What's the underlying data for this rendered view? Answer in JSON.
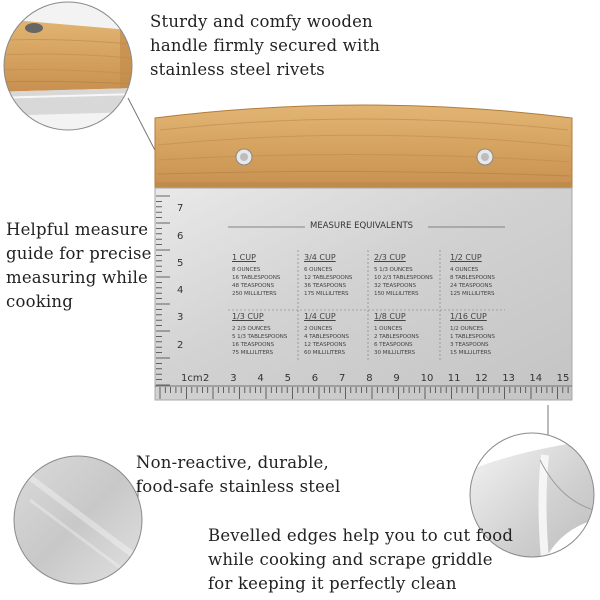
{
  "captions": {
    "handle": [
      "Sturdy and comfy wooden",
      "handle firmly secured with",
      "stainless steel rivets"
    ],
    "measure": [
      "Helpful measure",
      "guide for precise",
      "measuring while",
      "cooking"
    ],
    "steel": [
      "Non-reactive, durable,",
      "food-safe stainless steel"
    ],
    "edges": [
      "Bevelled edges help you to cut food",
      "while cooking  and scrape griddle",
      "for keeping it perfectly clean"
    ]
  },
  "scraper": {
    "table_title": "MEASURE EQUIVALENTS",
    "cells": [
      {
        "cup": "1 CUP",
        "lines": [
          "8 OUNCES",
          "16 TABLESPOONS",
          "48 TEASPOONS",
          "250 MILLILITERS"
        ]
      },
      {
        "cup": "3/4 CUP",
        "lines": [
          "6 OUNCES",
          "12 TABLESPOONS",
          "36 TEASPOONS",
          "175 MILLILITERS"
        ]
      },
      {
        "cup": "2/3 CUP",
        "lines": [
          "5 1/3 OUNCES",
          "10 2/3 TABLESPOONS",
          "32 TEASPOONS",
          "150 MILLILITERS"
        ]
      },
      {
        "cup": "1/2 CUP",
        "lines": [
          "4 OUNCES",
          "8 TABLESPOONS",
          "24 TEASPOONS",
          "125 MILLILITERS"
        ]
      },
      {
        "cup": "1/3 CUP",
        "lines": [
          "2 2/3 OUNCES",
          "5 1/3 TABLESPOONS",
          "16 TEASPOONS",
          "75 MILLILITERS"
        ]
      },
      {
        "cup": "1/4 CUP",
        "lines": [
          "2 OUNCES",
          "4 TABLESPOONS",
          "12 TEASPOONS",
          "60 MILLILITERS"
        ]
      },
      {
        "cup": "1/8 CUP",
        "lines": [
          "1 OUNCES",
          "2 TABLESPOONS",
          "6 TEASPOONS",
          "30 MILLILITERS"
        ]
      },
      {
        "cup": "1/16 CUP",
        "lines": [
          "1/2 OUNCES",
          "1 TABLESPOONS",
          "3 TEASPOONS",
          "15 MILLILITERS"
        ]
      }
    ],
    "ruler_h": [
      "1cm",
      "2",
      "3",
      "4",
      "5",
      "6",
      "7",
      "8",
      "9",
      "10",
      "11",
      "12",
      "13",
      "14",
      "15"
    ],
    "ruler_v": [
      "7",
      "6",
      "5",
      "4",
      "3",
      "2"
    ]
  },
  "colors": {
    "wood": "#d9a865",
    "wood_dark": "#b8823e",
    "steel": "#d6d6d6",
    "steel_light": "#ececec",
    "circle_line": "#888888"
  }
}
